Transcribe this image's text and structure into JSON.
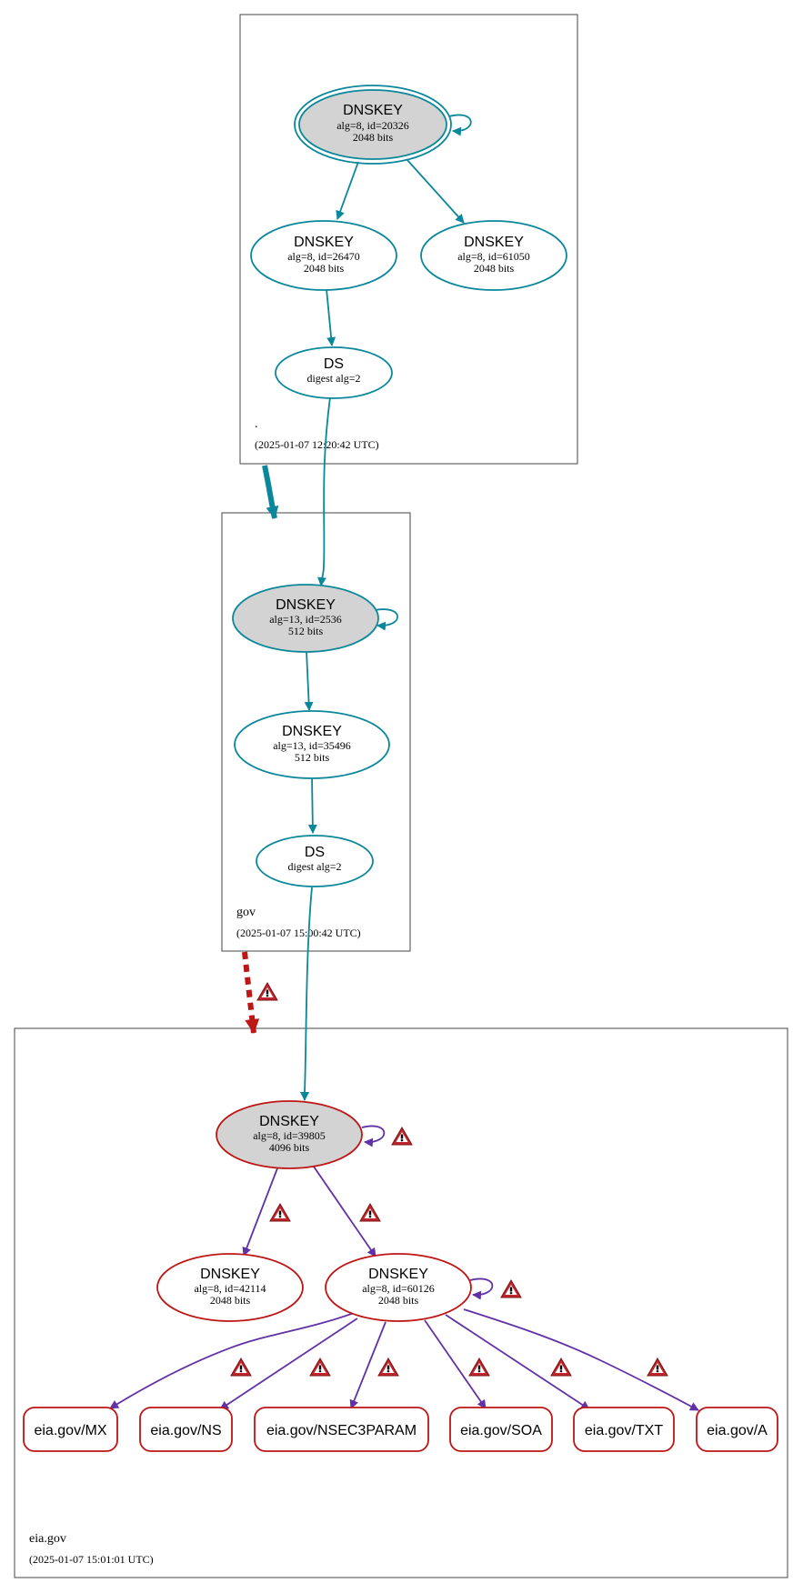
{
  "zones": {
    "root": {
      "name": ".",
      "timestamp": "(2025-01-07 12:20:42 UTC)"
    },
    "gov": {
      "name": "gov",
      "timestamp": "(2025-01-07 15:00:42 UTC)"
    },
    "eia": {
      "name": "eia.gov",
      "timestamp": "(2025-01-07 15:01:01 UTC)"
    }
  },
  "nodes": {
    "root_ksk": {
      "title": "DNSKEY",
      "line1": "alg=8, id=20326",
      "line2": "2048 bits"
    },
    "root_zsk1": {
      "title": "DNSKEY",
      "line1": "alg=8, id=26470",
      "line2": "2048 bits"
    },
    "root_zsk2": {
      "title": "DNSKEY",
      "line1": "alg=8, id=61050",
      "line2": "2048 bits"
    },
    "root_ds": {
      "title": "DS",
      "line1": "digest alg=2"
    },
    "gov_ksk": {
      "title": "DNSKEY",
      "line1": "alg=13, id=2536",
      "line2": "512 bits"
    },
    "gov_zsk": {
      "title": "DNSKEY",
      "line1": "alg=13, id=35496",
      "line2": "512 bits"
    },
    "gov_ds": {
      "title": "DS",
      "line1": "digest alg=2"
    },
    "eia_ksk": {
      "title": "DNSKEY",
      "line1": "alg=8, id=39805",
      "line2": "4096 bits"
    },
    "eia_k1": {
      "title": "DNSKEY",
      "line1": "alg=8, id=42114",
      "line2": "2048 bits"
    },
    "eia_k2": {
      "title": "DNSKEY",
      "line1": "alg=8, id=60126",
      "line2": "2048 bits"
    }
  },
  "records": [
    "eia.gov/MX",
    "eia.gov/NS",
    "eia.gov/NSEC3PARAM",
    "eia.gov/SOA",
    "eia.gov/TXT",
    "eia.gov/A"
  ],
  "colors": {
    "secure": "#0a879a",
    "bogus": "#be1515",
    "signature_invalid": "#6131a6",
    "key_fill": "#d3d3d3",
    "zone_border": "#444444"
  },
  "icons": {
    "warning": "warning-icon"
  }
}
